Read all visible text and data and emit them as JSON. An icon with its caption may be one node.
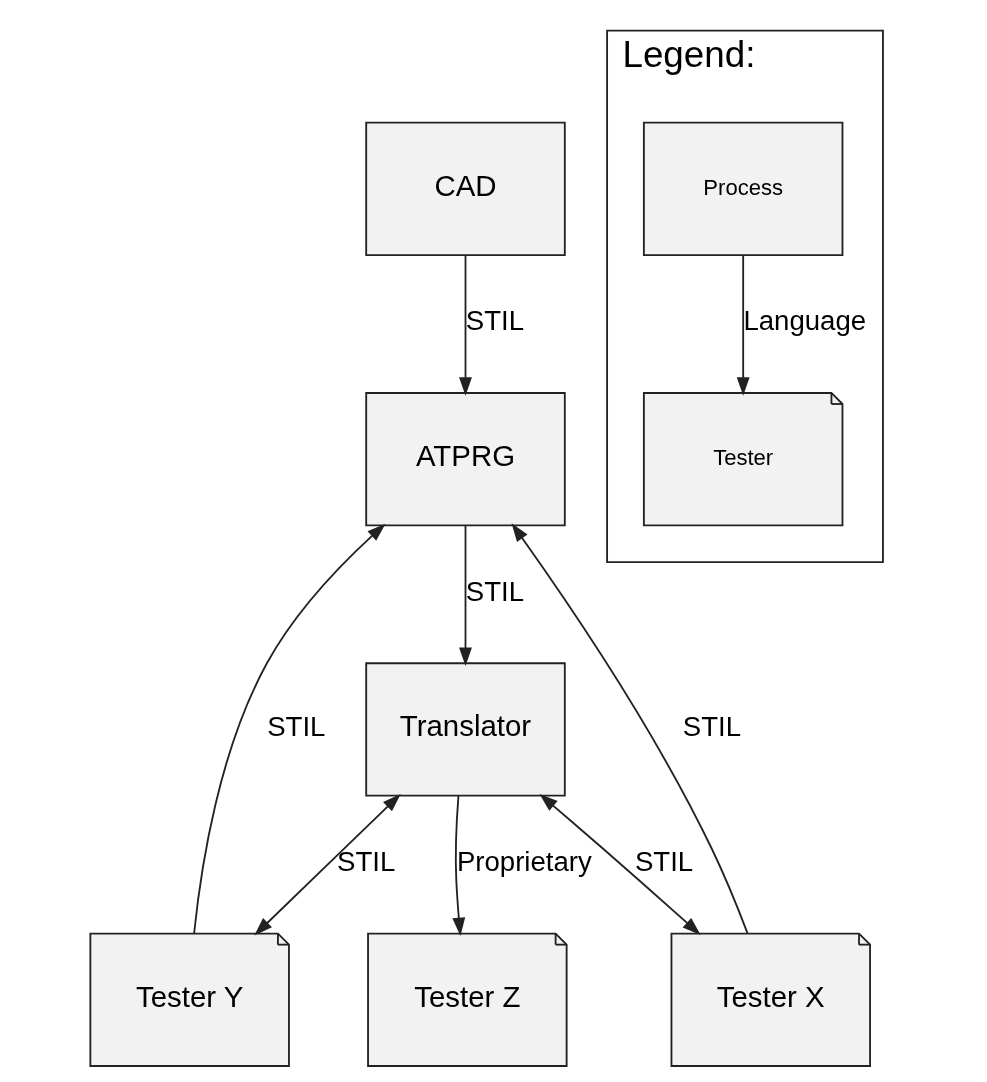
{
  "diagram": {
    "nodes": [
      {
        "text": [
          "CAD"
        ]
      },
      {
        "text": [
          "ATPRG"
        ]
      },
      {
        "text": [
          "Translator"
        ]
      },
      {
        "text": [
          "Tester X"
        ]
      },
      {
        "text": [
          "Tester Y"
        ]
      },
      {
        "text": [
          "Tester Z"
        ]
      },
      {
        "text": [
          "Legend:"
        ]
      },
      {
        "text": [
          "Process"
        ],
        "in": 6
      },
      {
        "text": [
          "Tester"
        ],
        "in": 6
      }
    ],
    "edges": [
      {
        "from": 0,
        "to": 1,
        "arrow": "to",
        "label": "STIL"
      },
      {
        "from": 1,
        "to": 2,
        "arrow": "to",
        "label": "STIL"
      },
      {
        "from": 2,
        "to": 5,
        "arrow": "to",
        "label": "Proprietary"
      },
      {
        "from": 2,
        "to": 3,
        "arrow": "both",
        "label": "STIL"
      },
      {
        "from": 2,
        "to": 4,
        "arrow": "both",
        "label": "STIL"
      },
      {
        "from": 3,
        "to": 1,
        "arrow": "to",
        "label": "STIL"
      },
      {
        "from": 4,
        "to": 1,
        "arrow": "to",
        "label": "STIL"
      },
      {
        "from": 7,
        "to": 8,
        "arrow": "to",
        "label": "Language"
      }
    ]
  }
}
